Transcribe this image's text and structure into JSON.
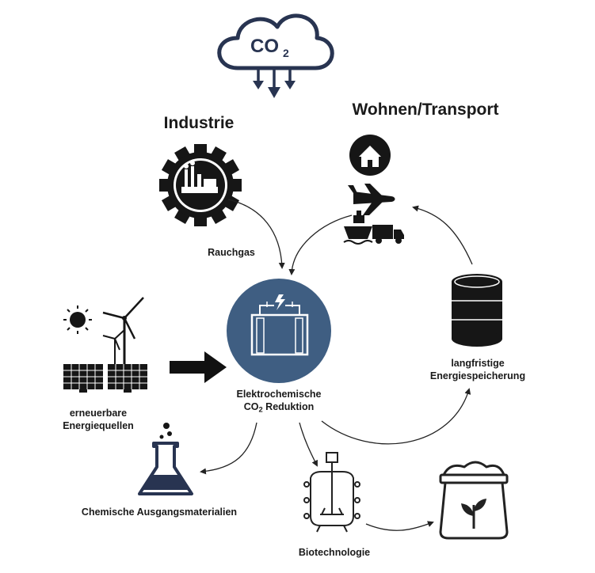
{
  "cloud": {
    "text": "CO",
    "subscript": "2"
  },
  "labels": {
    "industry": "Industrie",
    "housing_transport": "Wohnen/Transport",
    "flue_gas": "Rauchgas",
    "renewables_line1": "erneuerbare",
    "renewables_line2": "Energiequellen",
    "center_line1": "Elektrochemische",
    "center_line2_prefix": "CO",
    "center_line2_sub": "2",
    "center_line2_suffix": " Reduktion",
    "storage_line1": "langfristige",
    "storage_line2": "Energiespeicherung",
    "chemicals": "Chemische Ausgangsmaterialien",
    "biotech": "Biotechnologie"
  },
  "colors": {
    "navy": "#283451",
    "center_fill": "#3f5e82",
    "dark": "#161616"
  },
  "icons": [
    "cloud-co2-icon",
    "gear-factory-icon",
    "house-icon",
    "airplane-icon",
    "ship-icon",
    "truck-icon",
    "sun-icon",
    "wind-turbine-icon",
    "solar-panel-icon",
    "battery-cell-icon",
    "oil-barrel-icon",
    "flask-icon",
    "bioreactor-icon",
    "grain-sack-icon"
  ]
}
